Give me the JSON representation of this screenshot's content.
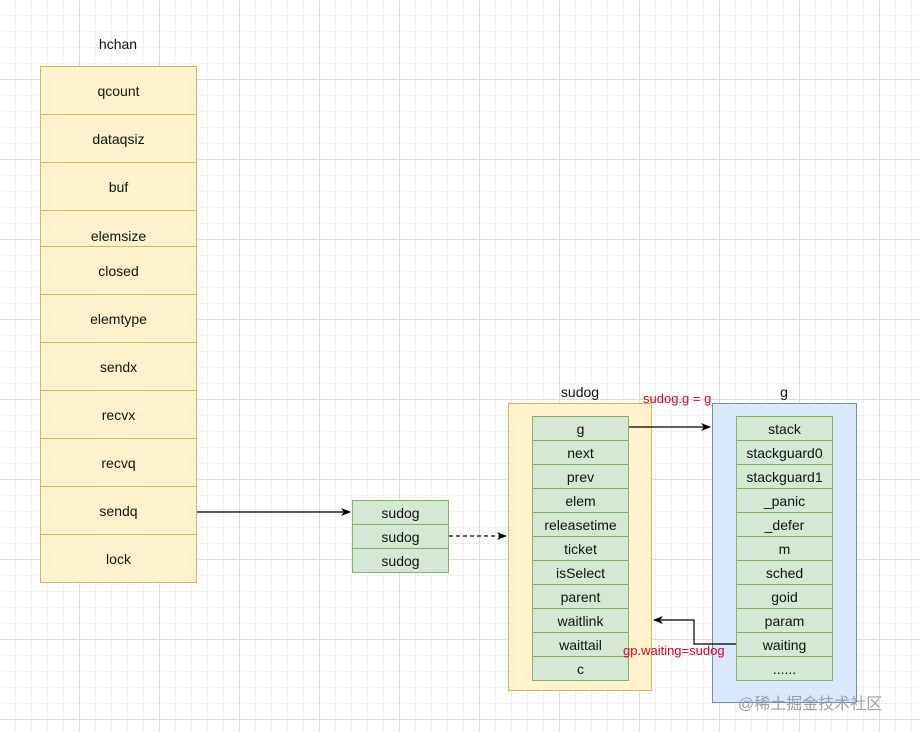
{
  "hchan": {
    "title": "hchan",
    "fields": [
      "qcount",
      "dataqsiz",
      "buf",
      "elemsize",
      "closed",
      "elemtype",
      "sendx",
      "recvx",
      "recvq",
      "sendq",
      "lock"
    ]
  },
  "queue": {
    "items": [
      "sudog",
      "sudog",
      "sudog"
    ]
  },
  "sudog": {
    "title": "sudog",
    "fields": [
      "g",
      "next",
      "prev",
      "elem",
      "releasetime",
      "ticket",
      "isSelect",
      "parent",
      "waitlink",
      "waittail",
      "c"
    ]
  },
  "g": {
    "title": "g",
    "fields": [
      "stack",
      "stackguard0",
      "stackguard1",
      "_panic",
      "_defer",
      "m",
      "sched",
      "goid",
      "param",
      "waiting",
      "......"
    ]
  },
  "annotations": {
    "sudog_to_g": "sudog.g = g",
    "g_to_sudog": "gp.waiting=sudog"
  },
  "watermark": "@稀土掘金技术社区",
  "colors": {
    "yellow_fill": "#fff2cc",
    "yellow_stroke": "#d6b656",
    "green_fill": "#d5e8d4",
    "green_stroke": "#82b366",
    "blue_fill": "#dae8fc",
    "blue_stroke": "#6c8ebf",
    "annotation_red": "#e0001b"
  }
}
